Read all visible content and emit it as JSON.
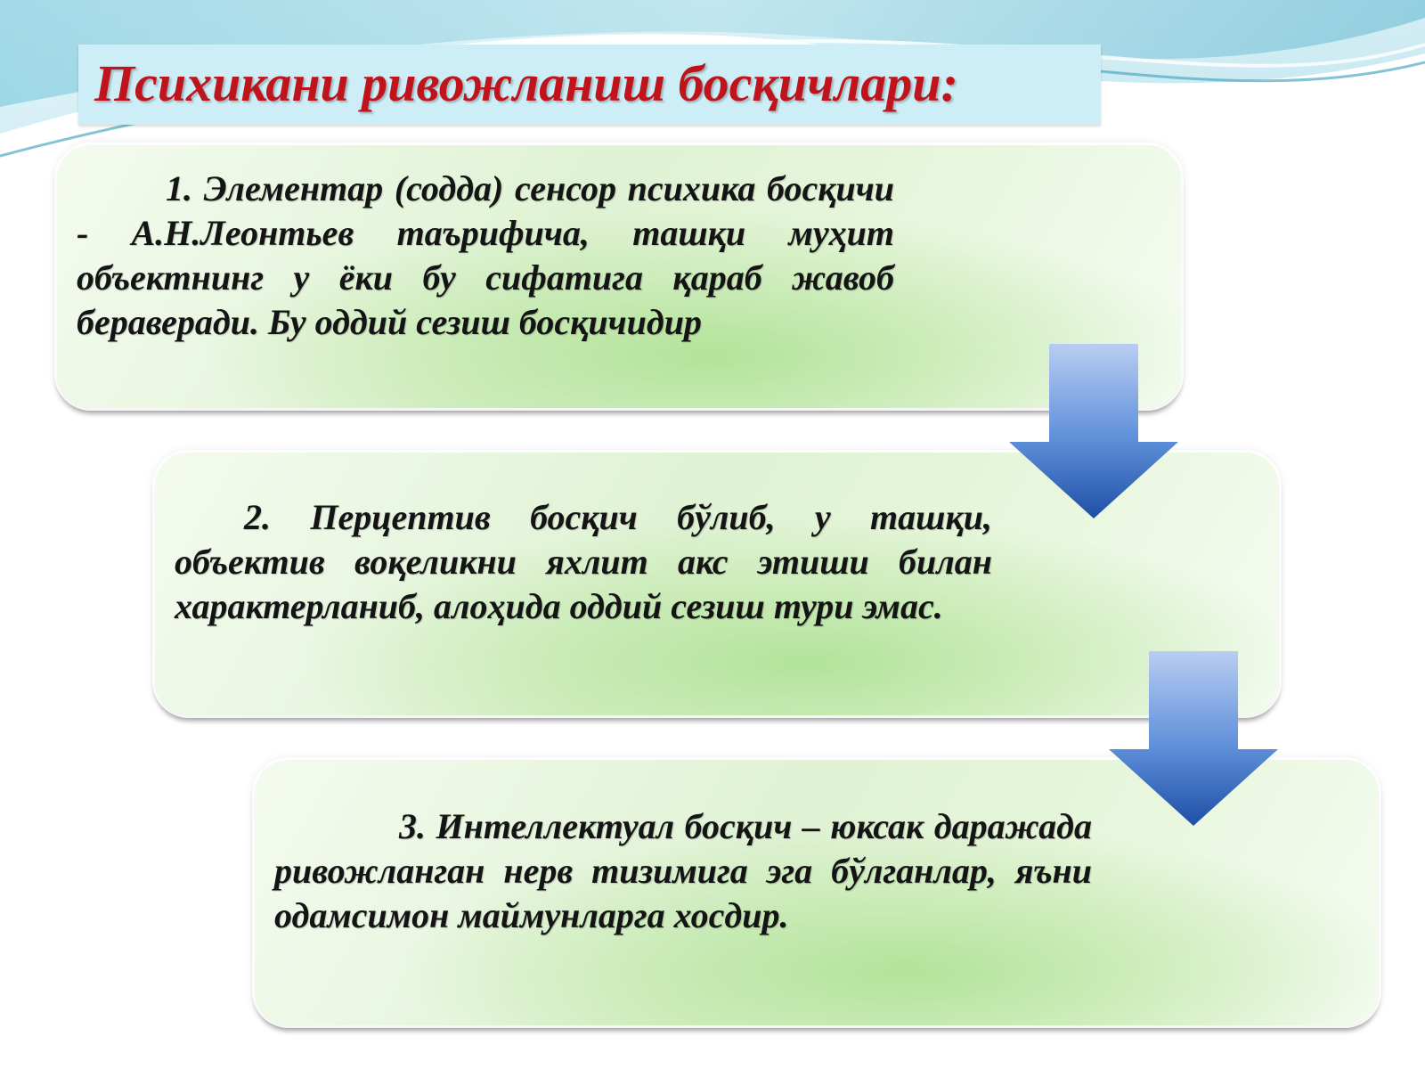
{
  "title": "Психикани ривожланиш босқичлари:",
  "steps": [
    {
      "text": "1. Элементар (содда) сенсор психика босқичи - А.Н.Леонтьев таърифича, ташқи муҳит объектнинг у ёки бу сифатига қараб жавоб бераверади. Бу оддий сезиш босқичидир"
    },
    {
      "text": "2. Перцептив босқич бўлиб, у ташқи, объектив воқеликни яхлит акс этиши билан характерланиб, алоҳида оддий сезиш тури эмас."
    },
    {
      "text": "3. Интеллектуал босқич – юксак даражада ривожланган нерв тизимига эга бўлганлар, яъни одамсимон маймунларга хосдир."
    }
  ],
  "colors": {
    "title": "#c0141c",
    "title_bar": "#cdeef7",
    "box_fill": "#dff2d3",
    "arrow": "#3d6fc8"
  },
  "icons": [
    "down-arrow-icon",
    "down-arrow-icon"
  ]
}
